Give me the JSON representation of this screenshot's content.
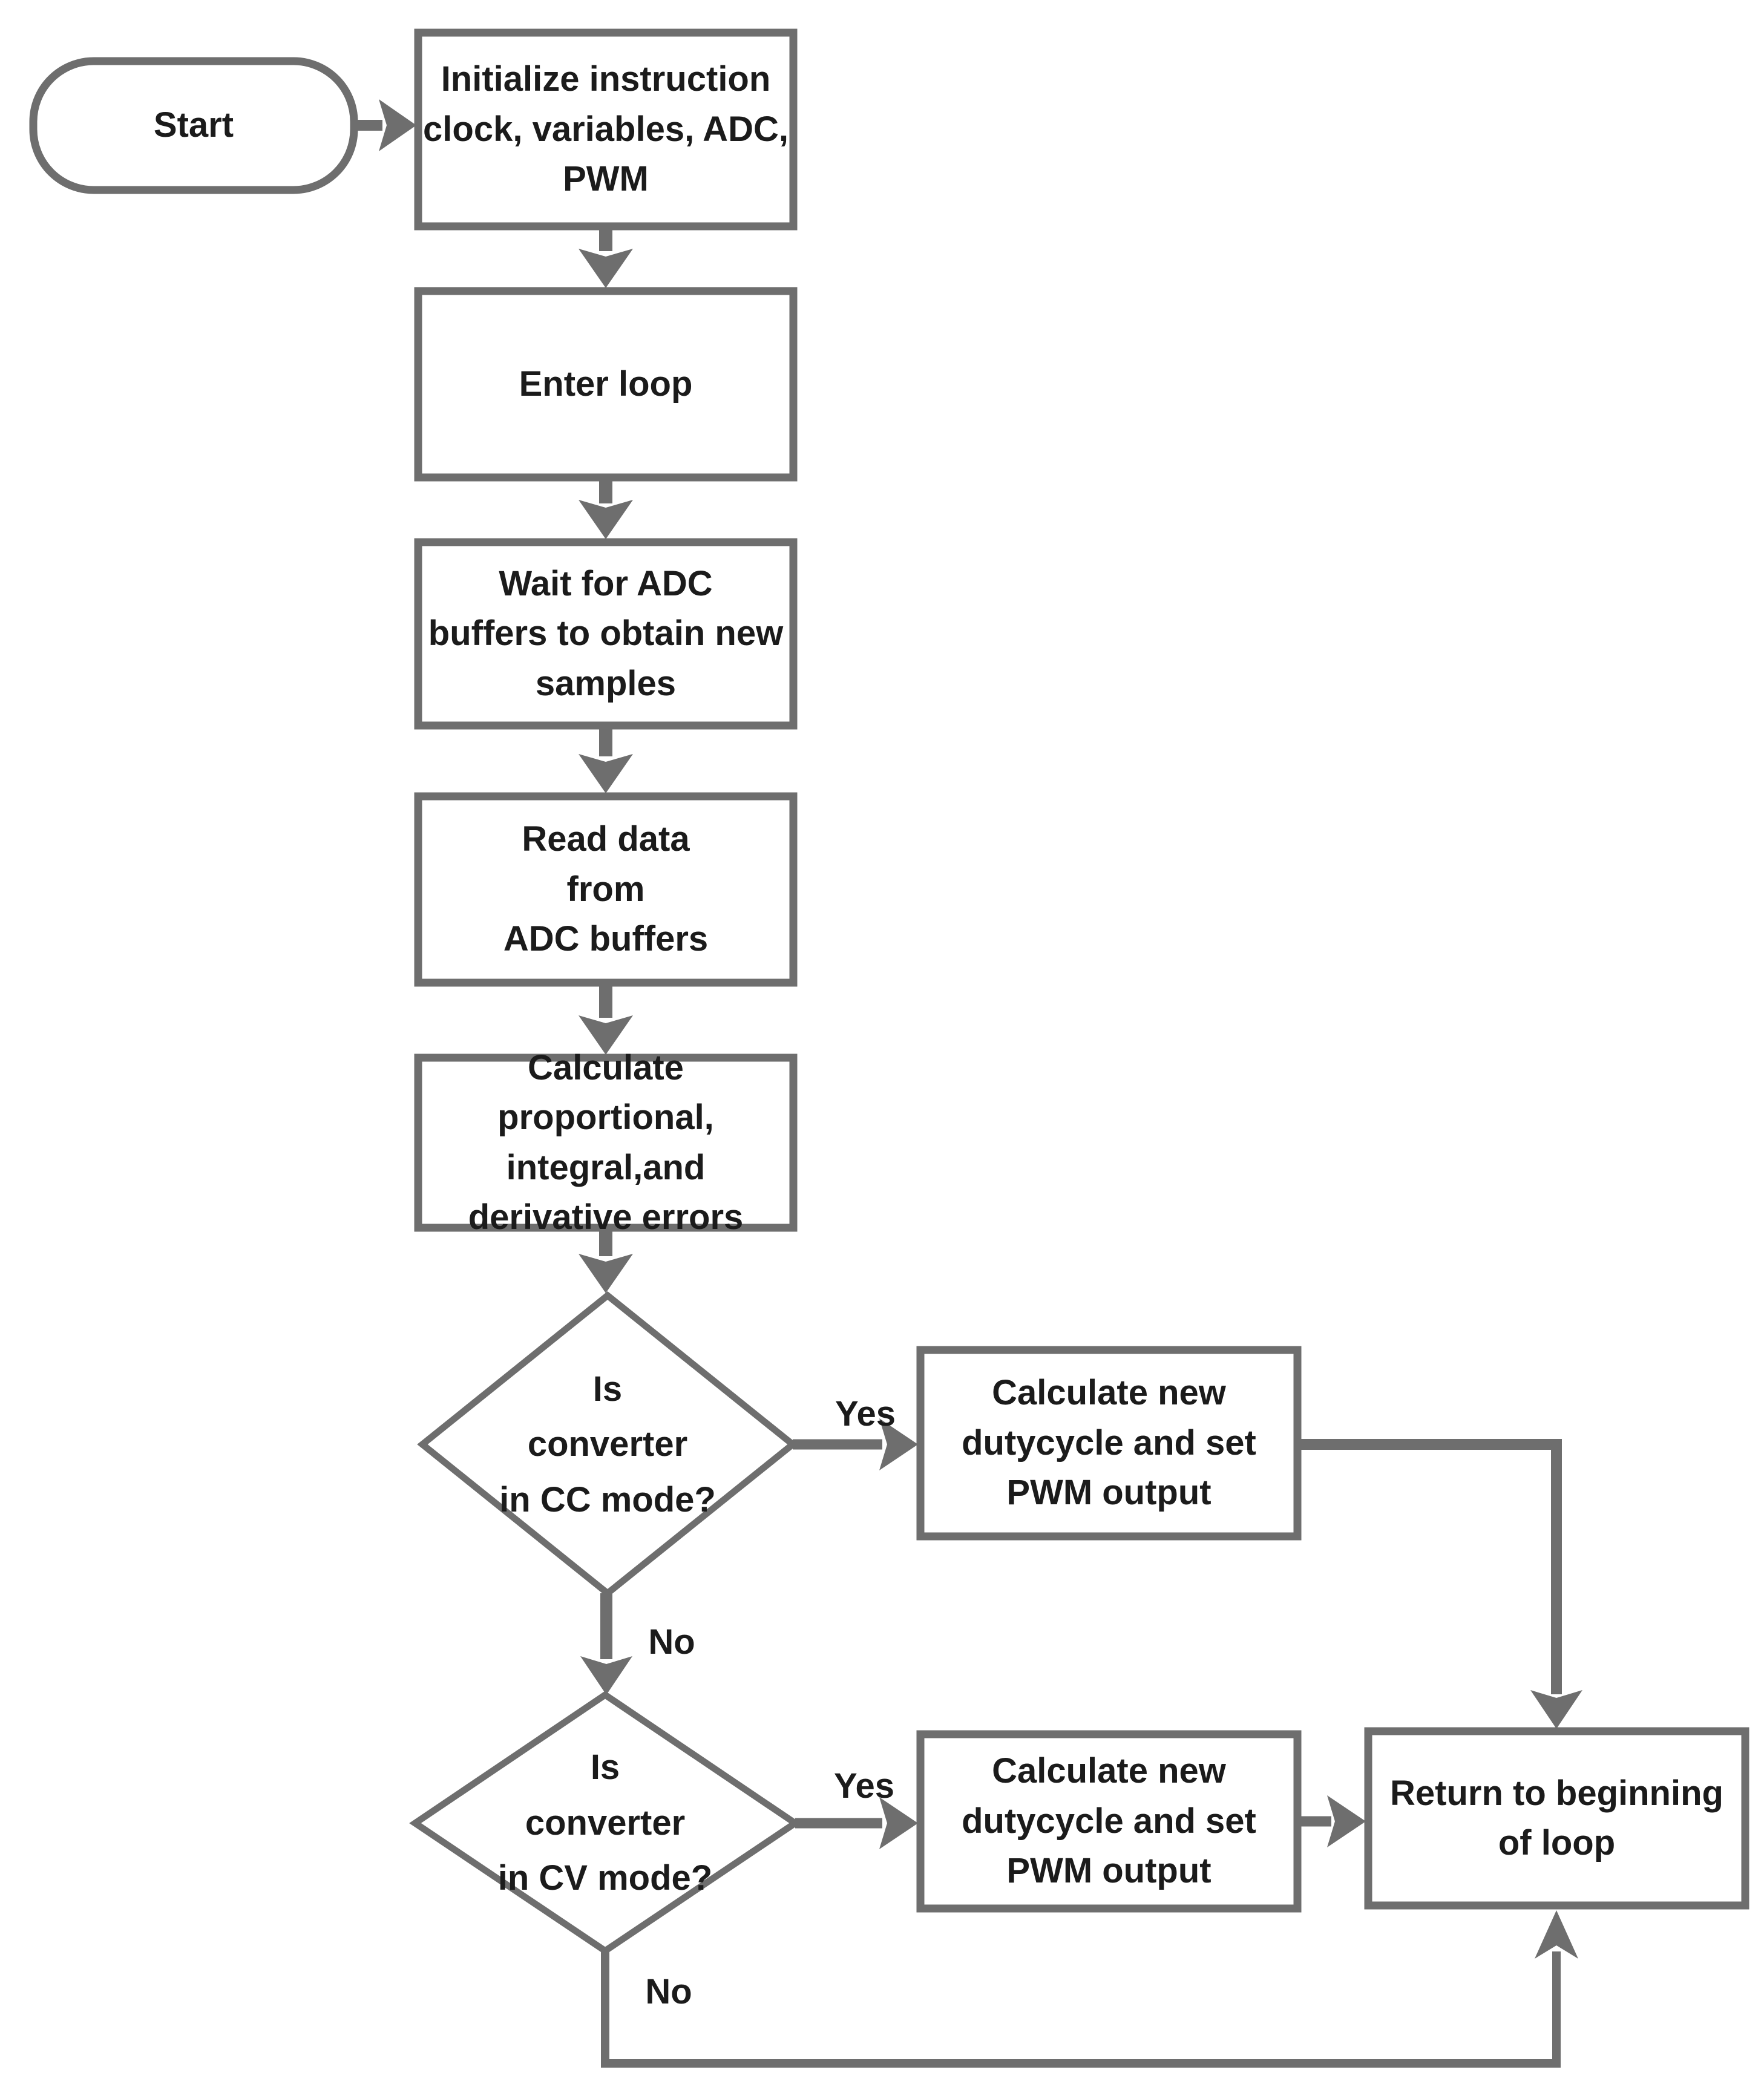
{
  "diagram": {
    "title": "PID control loop flowchart",
    "colors": {
      "background": "#ffffff",
      "shape_stroke": "#6e6e6e",
      "text": "#1b1b1b"
    },
    "nodes": {
      "start": {
        "type": "terminator",
        "label": "Start"
      },
      "init": {
        "type": "process",
        "label": "Initialize instruction\nclock, variables, ADC,\nPWM"
      },
      "enter_loop": {
        "type": "process",
        "label": "Enter loop"
      },
      "wait_adc": {
        "type": "process",
        "label": "Wait for ADC\nbuffers to obtain new\nsamples"
      },
      "read_adc": {
        "type": "process",
        "label": "Read data\nfrom\nADC buffers"
      },
      "calc_errors": {
        "type": "process",
        "label": "Calculate\nproportional,\nintegral,and\nderivative errors"
      },
      "cc_decision": {
        "type": "decision",
        "label": "Is\nconverter\nin CC mode?"
      },
      "calc_duty_cc": {
        "type": "process",
        "label": "Calculate new\ndutycycle and set\nPWM output"
      },
      "cv_decision": {
        "type": "decision",
        "label": "Is\nconverter\nin CV mode?"
      },
      "calc_duty_cv": {
        "type": "process",
        "label": "Calculate new\ndutycycle and set\nPWM output"
      },
      "return_loop": {
        "type": "process",
        "label": "Return to beginning\nof loop"
      }
    },
    "edge_labels": {
      "cc_yes": "Yes",
      "cc_no": "No",
      "cv_yes": "Yes",
      "cv_no": "No"
    }
  }
}
